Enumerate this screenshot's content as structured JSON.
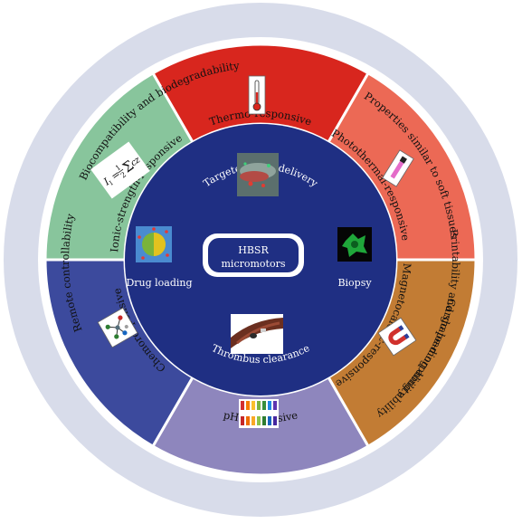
{
  "center": {
    "line1": "HBSR",
    "line2": "micromotors"
  },
  "outer_ring": {
    "labels": [
      "Biocompatibility and biodegradability",
      "Properties similar to soft tissues",
      "Cargo loading ability",
      "Printability and shape-morphing ability",
      "Remote controllability"
    ]
  },
  "segments": [
    {
      "label": "Thermo-responsive",
      "color": "#d8261e",
      "icon": "thermometer-icon"
    },
    {
      "label": "Photothermal-responsive",
      "color": "#ec6955",
      "icon": "light-pen-icon"
    },
    {
      "label": "Magnetocaloric-responsive",
      "color": "#c27c34",
      "icon": "magnet-icon"
    },
    {
      "label": "pH-responsive",
      "color": "#8e86bd",
      "icon": "ph-strip-icon"
    },
    {
      "label": "Chemoresponsive",
      "color": "#3c4a9d",
      "icon": "molecule-icon"
    },
    {
      "label": "Ionic-strength-responsive",
      "color": "#88c59c",
      "icon": "ionic-strength-formula-icon"
    }
  ],
  "applications": {
    "top": "Targeted drug delivery",
    "left": "Drug loading",
    "right": "Biopsy",
    "bottom": "Thrombus clearance"
  },
  "colors": {
    "outer_ring": "#d8dcea",
    "inner_disc": "#1f2f83"
  }
}
